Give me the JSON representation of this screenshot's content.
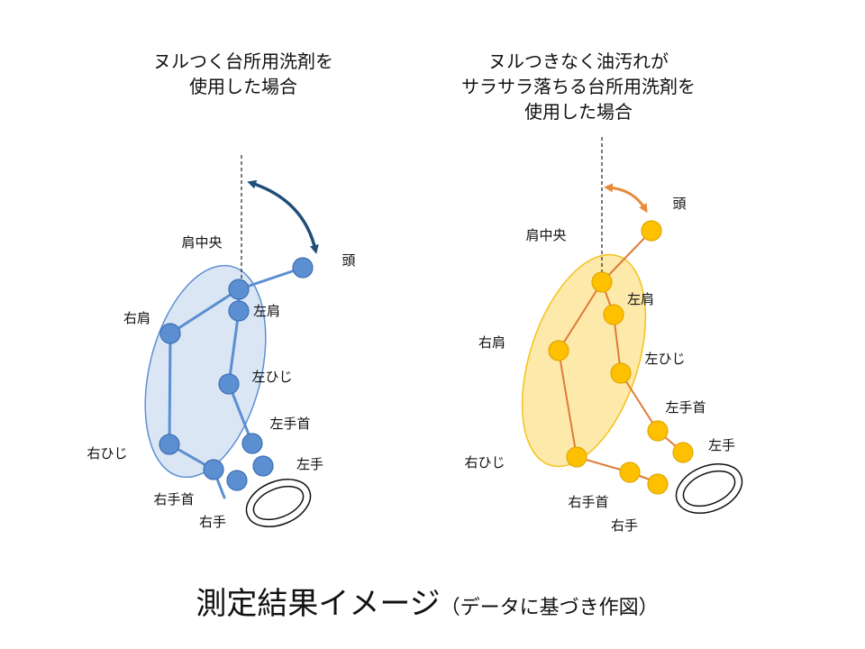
{
  "left_panel": {
    "heading_lines": [
      "ヌルつく台所用洗剤を",
      "使用した場合"
    ],
    "labels": {
      "shoulder_center": "肩中央",
      "head": "頭",
      "right_shoulder": "右肩",
      "left_shoulder": "左肩",
      "left_elbow": "左ひじ",
      "left_wrist": "左手首",
      "right_elbow": "右ひじ",
      "left_hand": "左手",
      "right_wrist": "右手首",
      "right_hand": "右手"
    }
  },
  "right_panel": {
    "heading_lines": [
      "ヌルつきなく油汚れが",
      "サラサラ落ちる台所用洗剤を",
      "使用した場合"
    ],
    "labels": {
      "head": "頭",
      "shoulder_center": "肩中央",
      "left_shoulder": "左肩",
      "right_shoulder": "右肩",
      "left_elbow": "左ひじ",
      "left_wrist": "左手首",
      "left_hand": "左手",
      "right_elbow": "右ひじ",
      "right_wrist": "右手首",
      "right_hand": "右手"
    }
  },
  "caption": {
    "main": "測定結果イメージ",
    "sub": "（データに基づき作図）"
  },
  "colors": {
    "blue_joint": "#5b8fd2",
    "blue_joint_stroke": "#3f6fb5",
    "blue_ellipse": "#dbe6f4",
    "blue_arrow": "#1f4e79",
    "orange_joint": "#ffc000",
    "orange_joint_stroke": "#e0a800",
    "orange_bone": "#e07b39",
    "orange_ellipse": "#fde9a9",
    "orange_ellipse_stroke": "#f5c21b",
    "orange_arrow": "#e88a3c"
  }
}
